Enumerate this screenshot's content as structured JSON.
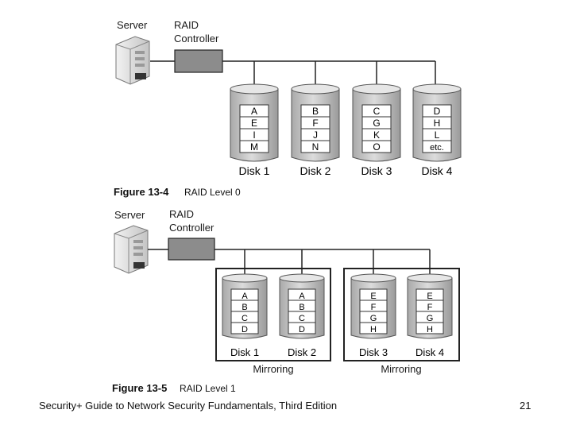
{
  "fig4": {
    "server_label": "Server",
    "controller_label": [
      "RAID",
      "Controller"
    ],
    "caption_number": "Figure 13-4",
    "caption_text": "RAID Level 0",
    "disks": [
      {
        "name": "Disk 1",
        "blocks": [
          "A",
          "E",
          "I",
          "M"
        ]
      },
      {
        "name": "Disk 2",
        "blocks": [
          "B",
          "F",
          "J",
          "N"
        ]
      },
      {
        "name": "Disk 3",
        "blocks": [
          "C",
          "G",
          "K",
          "O"
        ]
      },
      {
        "name": "Disk 4",
        "blocks": [
          "D",
          "H",
          "L",
          "etc."
        ]
      }
    ]
  },
  "fig5": {
    "server_label": "Server",
    "controller_label": [
      "RAID",
      "Controller"
    ],
    "caption_number": "Figure 13-5",
    "caption_text": "RAID Level 1",
    "groups": [
      {
        "label": "Mirroring",
        "disks": [
          {
            "name": "Disk 1",
            "blocks": [
              "A",
              "B",
              "C",
              "D"
            ]
          },
          {
            "name": "Disk 2",
            "blocks": [
              "A",
              "B",
              "C",
              "D"
            ]
          }
        ]
      },
      {
        "label": "Mirroring",
        "disks": [
          {
            "name": "Disk 3",
            "blocks": [
              "E",
              "F",
              "G",
              "H"
            ]
          },
          {
            "name": "Disk 4",
            "blocks": [
              "E",
              "F",
              "G",
              "H"
            ]
          }
        ]
      }
    ]
  },
  "footer": {
    "title": "Security+ Guide to Network Security Fundamentals, Third Edition",
    "page": "21"
  }
}
